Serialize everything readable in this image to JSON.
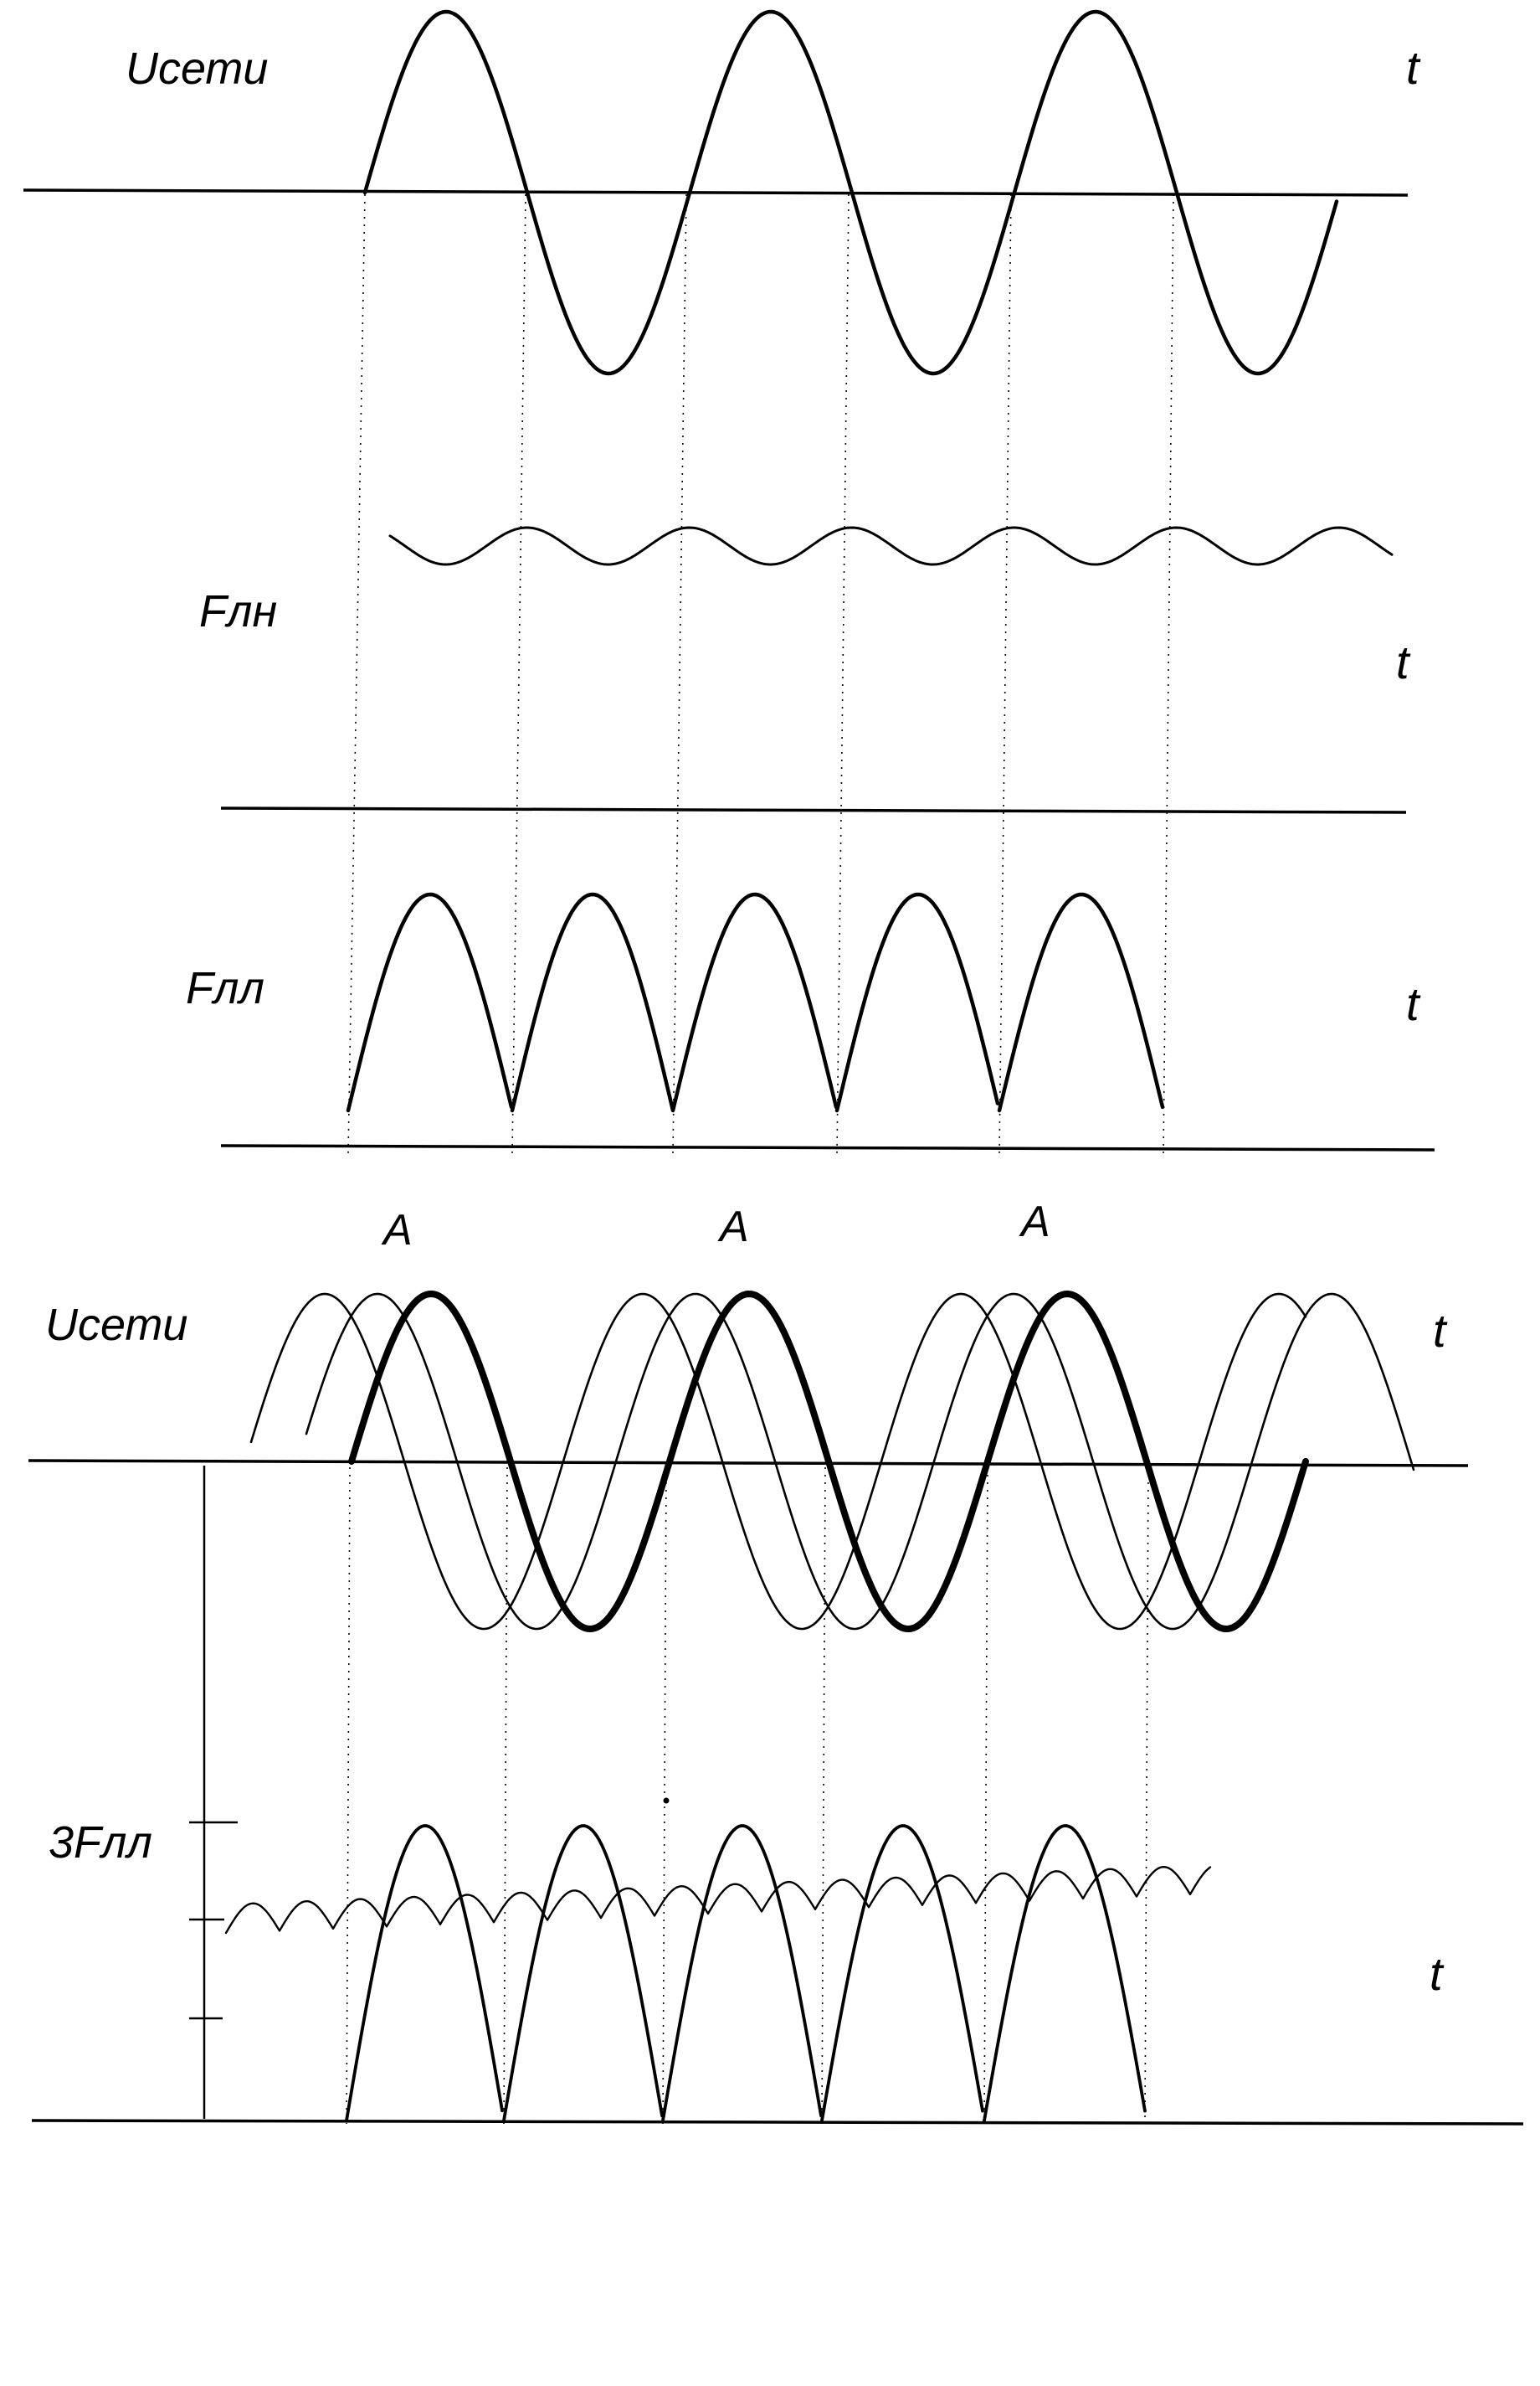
{
  "panels": {
    "u_grid_top": {
      "label": "Uсети",
      "axis_label": "t"
    },
    "f_ln": {
      "label": "Fлн",
      "axis_label": "t"
    },
    "f_ll": {
      "label": "Fлл",
      "axis_label": "t"
    },
    "u_grid_3phase": {
      "label": "Uсети",
      "axis_label": "t",
      "phase_markers": [
        "A",
        "A",
        "A"
      ]
    },
    "f_3ll": {
      "label": "3Fлл",
      "axis_label": "t"
    }
  },
  "colors": {
    "ink": "#000000",
    "background": "#ffffff"
  }
}
